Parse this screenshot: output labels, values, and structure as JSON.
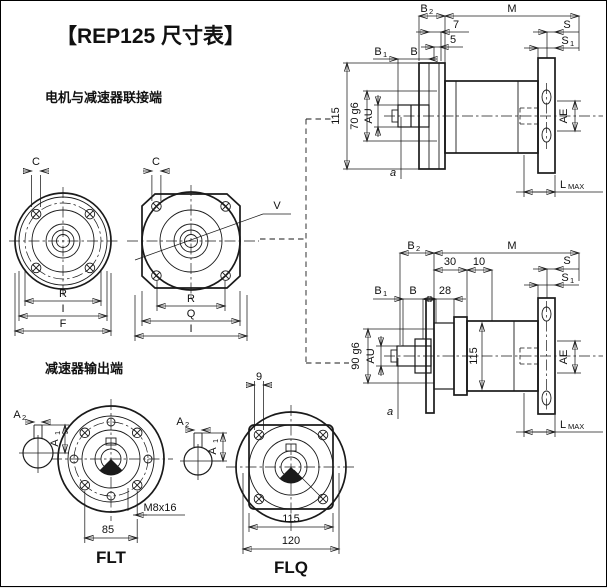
{
  "title": "【REP125 尺寸表】",
  "sections": {
    "motor_end": "电机与减速器联接端",
    "output_end": "减速器输出端"
  },
  "circle_view": {
    "c": "C",
    "r": "R",
    "i": "I",
    "f": "F"
  },
  "square_view": {
    "c": "C",
    "v": "V",
    "r": "R",
    "q": "Q",
    "i": "I"
  },
  "flt": {
    "name": "FLT",
    "a2_main": "A",
    "a2_sub": "2",
    "a1_main": "A",
    "a1_sub": "1",
    "tap": "M8x16",
    "pitch": "85"
  },
  "flq": {
    "name": "FLQ",
    "a2_main": "A",
    "a2_sub": "2",
    "a1_main": "A",
    "a1_sub": "1",
    "hole_dia": "9",
    "bolt_spacing": "115",
    "flange_width": "120"
  },
  "top_view": {
    "b2_main": "B",
    "b2_sub": "2",
    "m": "M",
    "dim7": "7",
    "dim5": "5",
    "s": "S",
    "s1_main": "S",
    "s1_sub": "1",
    "b1_main": "B",
    "b1_sub": "1",
    "b": "B",
    "height": "115",
    "pilot": "70 g6",
    "au": "AU",
    "ae": "AE",
    "a": "a",
    "l_main": "L",
    "l_sub": "MAX"
  },
  "bottom_view": {
    "b2_main": "B",
    "b2_sub": "2",
    "m": "M",
    "dim30": "30",
    "dim10": "10",
    "dim28": "28",
    "s": "S",
    "s1_main": "S",
    "s1_sub": "1",
    "b1_main": "B",
    "b1_sub": "1",
    "b": "B",
    "height": "115",
    "pilot": "90 g6",
    "au": "AU",
    "ae": "AE",
    "a": "a",
    "l_main": "L",
    "l_sub": "MAX"
  }
}
